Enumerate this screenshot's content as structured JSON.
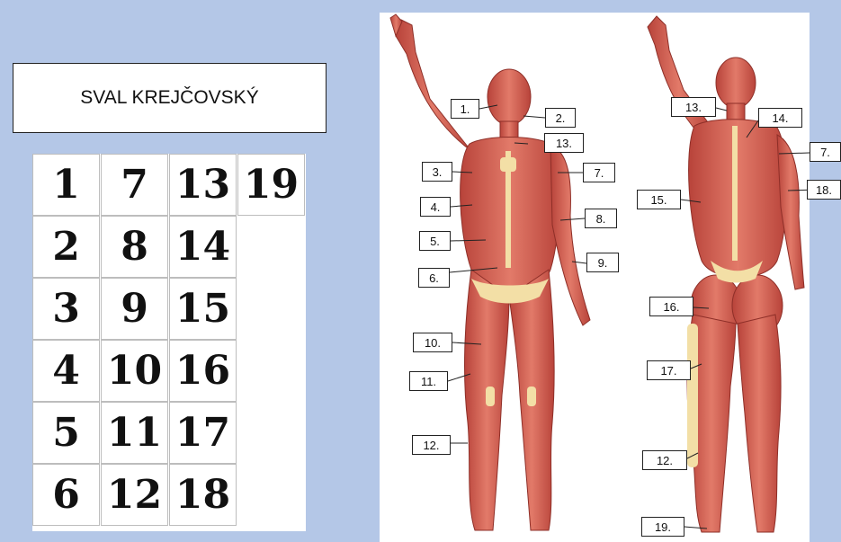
{
  "title": "SVAL KREJČOVSKÝ",
  "answer_grid": {
    "columns": [
      [
        "1",
        "2",
        "3",
        "4",
        "5",
        "6"
      ],
      [
        "7",
        "8",
        "9",
        "10",
        "11",
        "12"
      ],
      [
        "13",
        "14",
        "15",
        "16",
        "17",
        "18"
      ],
      [
        "19"
      ]
    ]
  },
  "figure_labels": {
    "front": [
      "1.",
      "2.",
      "13.",
      "3.",
      "7.",
      "4.",
      "8.",
      "5.",
      "9.",
      "6.",
      "10.",
      "11.",
      "12."
    ],
    "back": [
      "13.",
      "14.",
      "7.",
      "15.",
      "18.",
      "16.",
      "17.",
      "12.",
      "19."
    ]
  },
  "colors": {
    "background": "#b4c7e7",
    "muscle": "#d9685a",
    "tendon": "#f3dfa6"
  }
}
